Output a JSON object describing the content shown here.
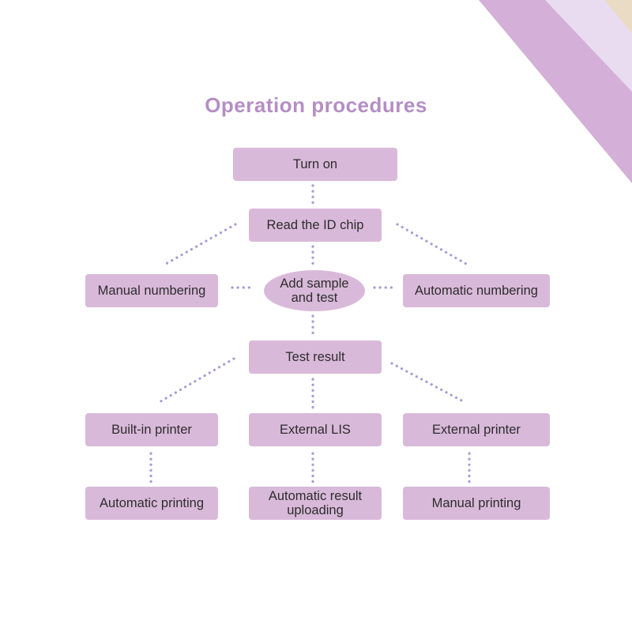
{
  "title": "Operation procedures",
  "colors": {
    "box": "#d9b9d9",
    "title": "#b48ec3",
    "dots": "#a89ad4",
    "stripe": "#d4b0d8",
    "stripe_light": "#e9dcf0",
    "corner": "#eadcc4"
  },
  "nodes": {
    "turn_on": "Turn on",
    "read_id_chip": "Read the ID chip",
    "manual_numbering": "Manual numbering",
    "add_sample": "Add sample\nand test",
    "automatic_numbering": "Automatic numbering",
    "test_result": "Test result",
    "builtin_printer": "Built-in printer",
    "external_lis": "External LIS",
    "external_printer": "External printer",
    "automatic_printing": "Automatic printing",
    "automatic_upload": "Automatic result\nuploading",
    "manual_printing": "Manual printing"
  }
}
